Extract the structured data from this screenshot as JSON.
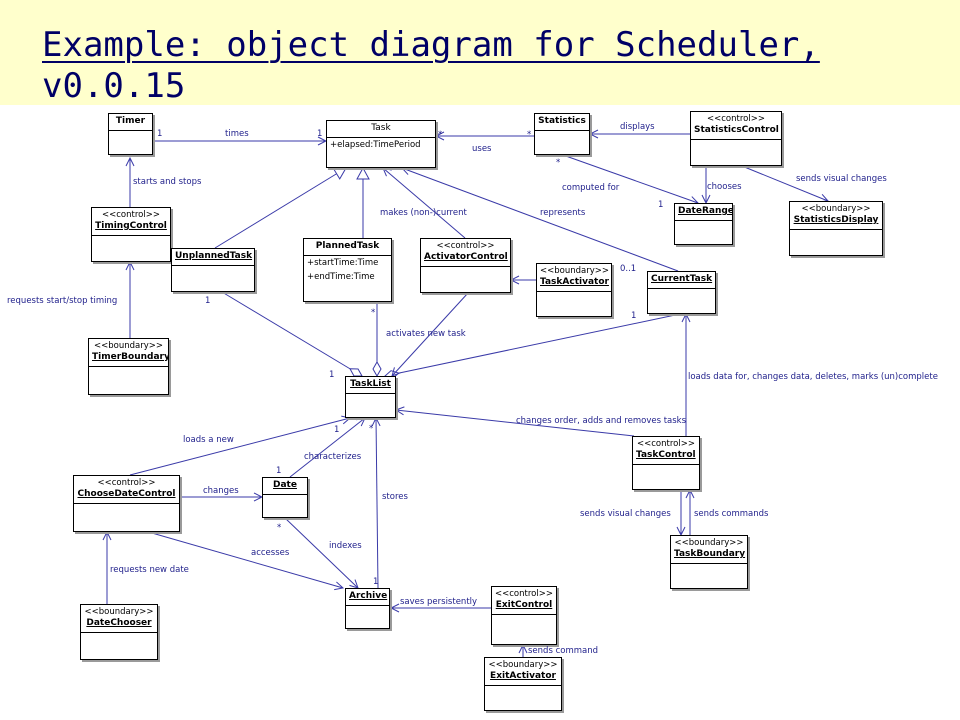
{
  "slide": {
    "title_line1": "Example: object diagram for Scheduler,",
    "title_line2": "v0.0.15"
  },
  "boxes": {
    "timer": {
      "name": "Timer"
    },
    "task": {
      "name": "Task",
      "attr1": "+elapsed:TimePeriod"
    },
    "statistics": {
      "name": "Statistics"
    },
    "statistics_control": {
      "stereotype": "<<control>>",
      "name": "StatisticsControl"
    },
    "timing_control": {
      "stereotype": "<<control>>",
      "name": "TimingControl"
    },
    "unplanned_task": {
      "name": "UnplannedTask"
    },
    "planned_task": {
      "name": "PlannedTask",
      "attr1": "+startTime:Time",
      "attr2": "+endTime:Time"
    },
    "activator_control": {
      "stereotype": "<<control>>",
      "name": "ActivatorControl"
    },
    "task_activator": {
      "stereotype": "<<boundary>>",
      "name": "TaskActivator"
    },
    "date_range": {
      "name": "DateRange"
    },
    "statistics_display": {
      "stereotype": "<<boundary>>",
      "name": "StatisticsDisplay"
    },
    "current_task": {
      "name": "CurrentTask"
    },
    "timer_boundary": {
      "stereotype": "<<boundary>>",
      "name": "TimerBoundary"
    },
    "task_list": {
      "name": "TaskList"
    },
    "task_control": {
      "stereotype": "<<control>>",
      "name": "TaskControl"
    },
    "choose_date_control": {
      "stereotype": "<<control>>",
      "name": "ChooseDateControl"
    },
    "date": {
      "name": "Date"
    },
    "task_boundary": {
      "stereotype": "<<boundary>>",
      "name": "TaskBoundary"
    },
    "archive": {
      "name": "Archive"
    },
    "exit_control": {
      "stereotype": "<<control>>",
      "name": "ExitControl"
    },
    "date_chooser": {
      "stereotype": "<<boundary>>",
      "name": "DateChooser"
    },
    "exit_activator": {
      "stereotype": "<<boundary>>",
      "name": "ExitActivator"
    }
  },
  "labels": {
    "times": "times",
    "uses": "uses",
    "displays": "displays",
    "starts_and_stops": "starts and stops",
    "computed_for": "computed for",
    "chooses": "chooses",
    "sends_visual_changes_stats": "sends visual changes",
    "makes_current": "makes (non-)current",
    "represents": "represents",
    "requests_timing": "requests start/stop timing",
    "activates_new_task": "activates new task",
    "loads_data_for": "loads data for, changes data, deletes, marks (un)complete",
    "changes_order": "changes order, adds and removes tasks",
    "loads_a_new": "loads a new",
    "characterizes": "characterizes",
    "changes": "changes",
    "stores": "stores",
    "sends_visual_changes_task": "sends visual changes",
    "sends_commands": "sends commands",
    "accesses": "accesses",
    "indexes": "indexes",
    "requests_new_date": "requests new date",
    "saves_persistently": "saves persistently",
    "sends_command": "sends command"
  },
  "multiplicities": {
    "timer_1": "1",
    "task_1": "1",
    "task_star": "*",
    "statistics_star_left": "*",
    "statistics_star_below": "*",
    "daterange_1": "1",
    "unplanned_1": "1",
    "planned_star": "*",
    "currenttask_01": "0..1",
    "currenttask_1": "1",
    "tasklist_1_left": "1",
    "tasklist_1_below": "1",
    "tasklist_star": "*",
    "date_1": "1",
    "date_star": "*",
    "archive_1": "1"
  }
}
